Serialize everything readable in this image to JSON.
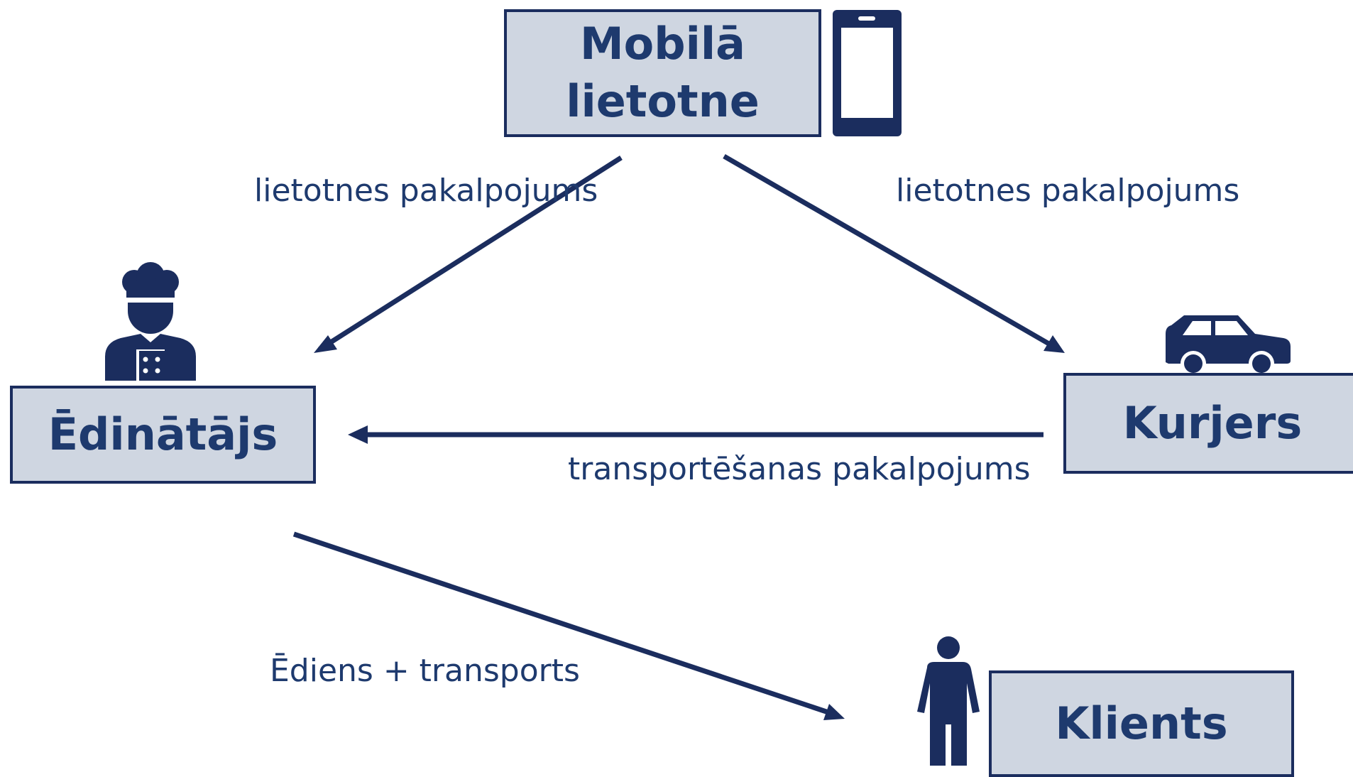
{
  "nodes": {
    "app": "Mobilā lietotne",
    "restaurant": "Ēdinātājs",
    "courier": "Kurjers",
    "client": "Klients"
  },
  "edges": {
    "app_to_restaurant": "lietotnes pakalpojums",
    "app_to_courier": "lietotnes pakalpojums",
    "courier_to_restaurant": "transportēšanas pakalpojums",
    "restaurant_to_client": "Ēdiens + transports"
  },
  "icons": {
    "app": "smartphone-icon",
    "restaurant": "chef-icon",
    "courier": "car-icon",
    "client": "person-icon"
  },
  "colors": {
    "accent": "#1b2d5e",
    "node_fill": "#cfd6e1",
    "text": "#1e3a6e"
  }
}
